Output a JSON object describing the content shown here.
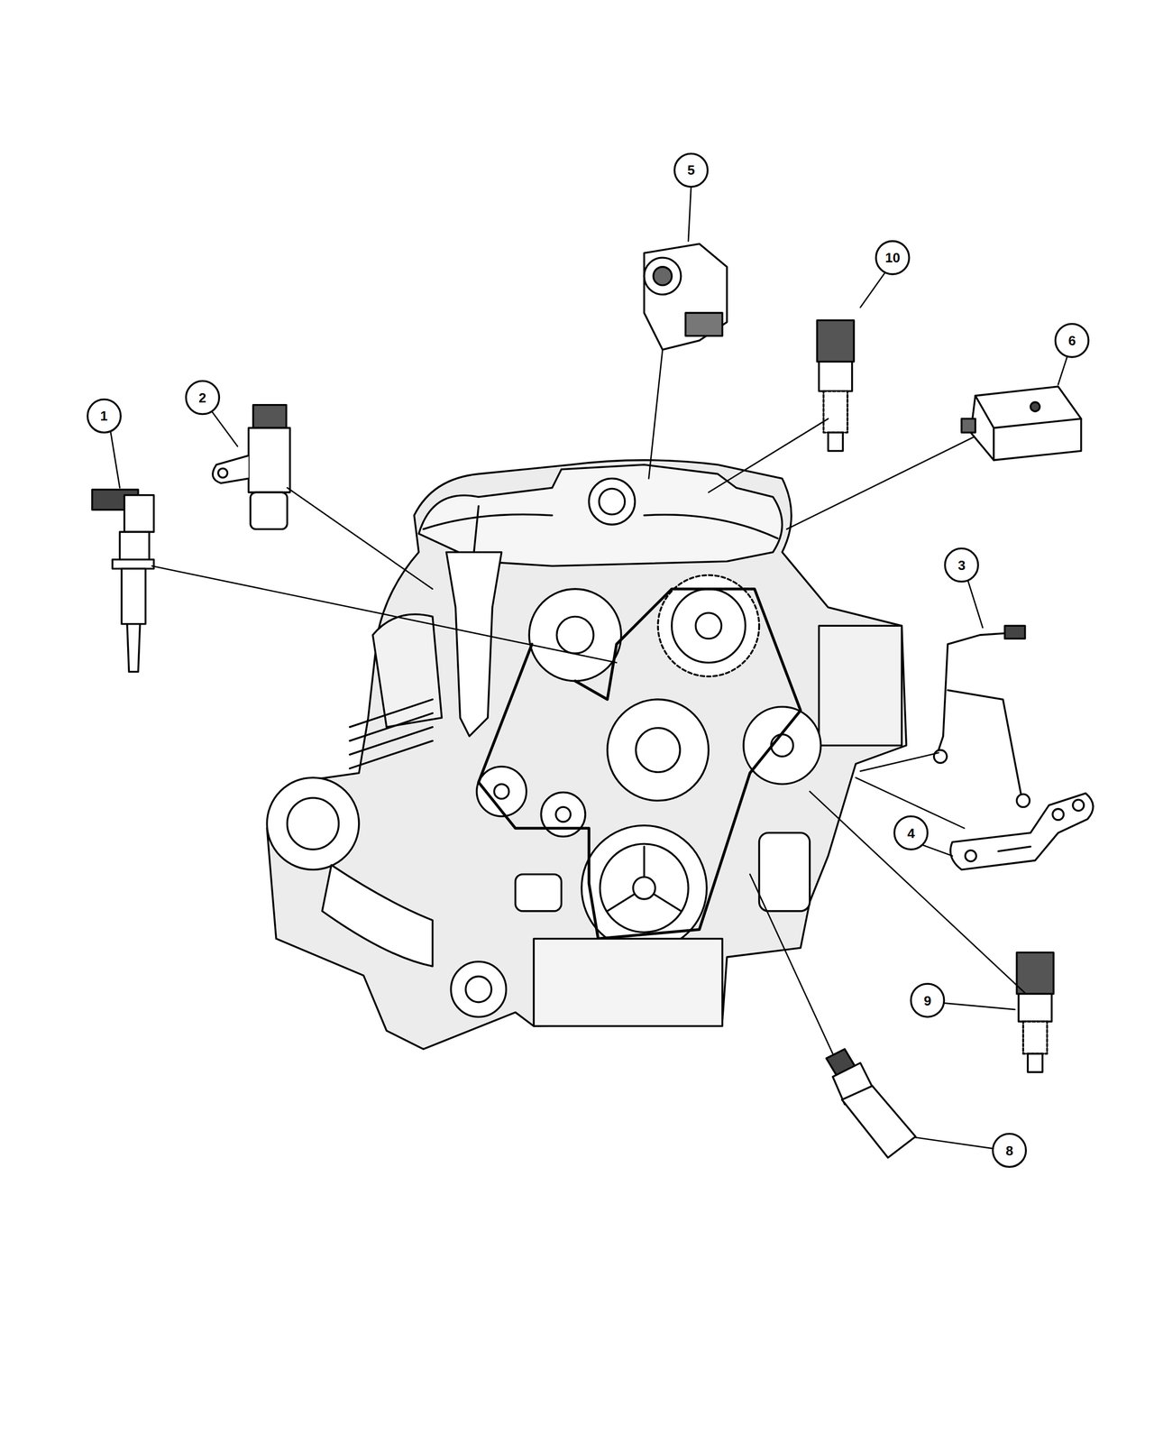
{
  "diagram": {
    "labels": [
      "5",
      "10",
      "6",
      "2",
      "1",
      "3",
      "4",
      "9",
      "8"
    ]
  }
}
